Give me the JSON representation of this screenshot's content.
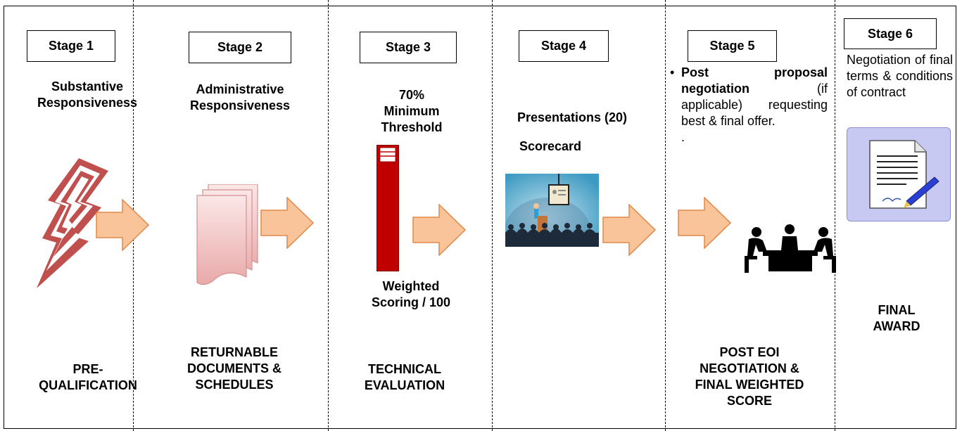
{
  "stages": [
    {
      "label": "Stage 1",
      "subtitle": "Substantive\nResponsiveness",
      "footer": "PRE-\nQUALIFICATION"
    },
    {
      "label": "Stage 2",
      "subtitle": "Administrative\nResponsiveness",
      "footer": "RETURNABLE\nDOCUMENTS &\nSCHEDULES"
    },
    {
      "label": "Stage 3",
      "subtitle": "70%\nMinimum\nThreshold",
      "lower": "Weighted\nScoring / 100",
      "footer": "TECHNICAL\nEVALUATION"
    },
    {
      "label": "Stage 4",
      "subtitle": "Presentations (20)",
      "sub2": "Scorecard"
    },
    {
      "label": "Stage 5",
      "bullet_bold": "Post proposal negotiation",
      "bullet_rest": " (if applicable) requesting best & final offer.",
      "dot": ".",
      "footer": "POST EOI\nNEGOTIATION &\nFINAL WEIGHTED\nSCORE"
    },
    {
      "label": "Stage 6",
      "desc": "Negotiation of final terms & conditions of contract",
      "footer": "FINAL\nAWARD"
    }
  ],
  "icons": [
    "lightning-icon",
    "documents-stack-icon",
    "threshold-bar-icon",
    "presentation-icon",
    "meeting-table-icon",
    "contract-sign-icon"
  ],
  "colors": {
    "arrow_fill": "#f9c49a",
    "arrow_stroke": "#e0894a",
    "bar_red": "#c00000",
    "lightning": "#c0504d",
    "doc_pink": "#f2cccc",
    "contract_bg": "#c7c9f3"
  }
}
